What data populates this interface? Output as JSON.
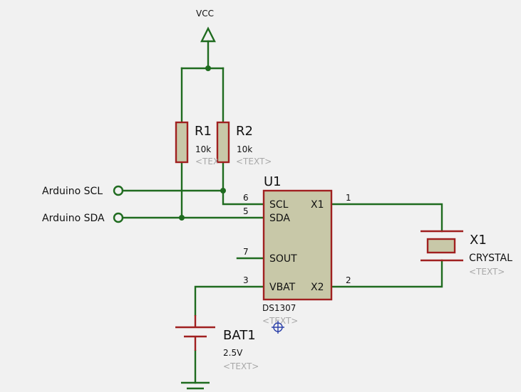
{
  "power": {
    "vcc_label": "VCC"
  },
  "resistors": [
    {
      "ref": "R1",
      "value": "10k",
      "text": "<TEXT>"
    },
    {
      "ref": "R2",
      "value": "10k",
      "text": "<TEXT>"
    }
  ],
  "terminals": {
    "scl_label": "Arduino SCL",
    "sda_label": "Arduino SDA"
  },
  "chip": {
    "ref": "U1",
    "part": "DS1307",
    "text": "<TEXT>",
    "pins": [
      {
        "number": "6",
        "name": "SCL"
      },
      {
        "number": "5",
        "name": "SDA"
      },
      {
        "number": "7",
        "name": "SOUT"
      },
      {
        "number": "3",
        "name": "VBAT"
      },
      {
        "number": "1",
        "name": "X1"
      },
      {
        "number": "2",
        "name": "X2"
      }
    ]
  },
  "crystal": {
    "ref": "X1",
    "value": "CRYSTAL",
    "text": "<TEXT>"
  },
  "battery": {
    "ref": "BAT1",
    "value": "2.5V",
    "text": "<TEXT>"
  },
  "colors": {
    "wire": "#1f6b1f",
    "component_outline": "#a02020",
    "component_fill": "#c8c8a8",
    "placeholder_text": "#a8a8a8",
    "background": "#f1f1f1"
  }
}
